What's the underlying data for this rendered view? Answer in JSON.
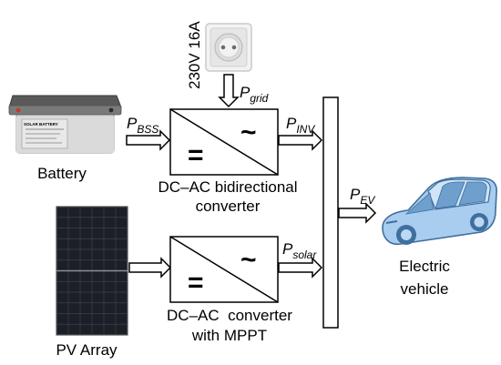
{
  "labels": {
    "outlet_rating": "230V 16A",
    "battery": "Battery",
    "pv_array": "PV Array",
    "bidir_converter_line1": "DC–AC bidirectional",
    "bidir_converter_line2": "converter",
    "mppt_converter_line1": "DC–AC  converter",
    "mppt_converter_line2": "with MPPT",
    "ev_line1": "Electric",
    "ev_line2": "vehicle",
    "battery_sticker": "SOLAR BATTERY"
  },
  "flows": {
    "grid": {
      "symbol": "P",
      "subscript": "grid"
    },
    "bss": {
      "symbol": "P",
      "subscript": "BSS"
    },
    "inv": {
      "symbol": "P",
      "subscript": "INV"
    },
    "ev": {
      "symbol": "P",
      "subscript": "EV"
    },
    "solar": {
      "symbol": "P",
      "subscript": "solar"
    }
  },
  "converter_symbols": {
    "dc": "=",
    "ac": "~"
  },
  "colors": {
    "line": "#000000",
    "outlet_body": "#ececec",
    "battery_case": "#d9d9d9",
    "battery_lid": "#b8b8b8",
    "pv_cell": "#1c1f26",
    "car_body": "#9cc4ec",
    "car_dark": "#3f6f9e"
  }
}
